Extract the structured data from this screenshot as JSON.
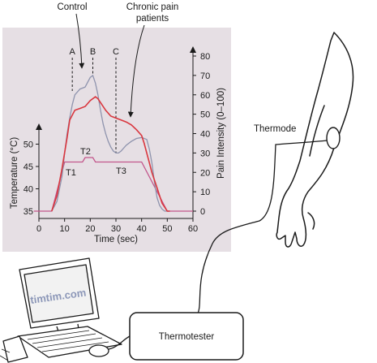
{
  "figure": {
    "control_label": "Control",
    "patients_label": "Chronic pain patients",
    "patients_label_line1": "Chronic pain",
    "patients_label_line2": "patients",
    "marker_a": "A",
    "marker_b": "B",
    "marker_c": "C",
    "t1_label": "T1",
    "t2_label": "T2",
    "t3_label": "T3",
    "thermode_label": "Thermode",
    "thermotester_label": "Thermotester",
    "watermark": "timtim.com"
  },
  "colors": {
    "panel_bg": "#e6dfe4",
    "control": "#8e93ad",
    "patients": "#d9363e",
    "temperature": "#c2568b",
    "ink": "#1a1a1a"
  },
  "chart_data": {
    "type": "line",
    "xlabel": "Time (sec)",
    "ylabel_left": "Temperature (°C)",
    "ylabel_right": "Pain Intensity (0–100)",
    "xlim": [
      0,
      60
    ],
    "ylim_left": [
      35,
      55
    ],
    "ylim_right": [
      0,
      80
    ],
    "x_ticks": [
      0,
      10,
      20,
      30,
      40,
      50,
      60
    ],
    "y_left_ticks": [
      35,
      40,
      45,
      50
    ],
    "y_right_ticks": [
      0,
      10,
      20,
      30,
      40,
      50,
      60,
      70,
      80
    ],
    "series": [
      {
        "name": "Control",
        "axis": "right",
        "x": [
          5,
          7,
          9,
          10,
          11,
          12,
          13,
          14,
          16,
          18,
          20,
          21,
          22,
          23,
          24,
          25,
          26,
          27,
          28,
          29,
          30,
          31,
          32,
          34,
          36,
          38,
          40,
          42,
          43,
          44,
          45,
          46,
          47,
          48,
          49,
          50,
          51
        ],
        "y": [
          0,
          5,
          18,
          30,
          40,
          48,
          55,
          60,
          63,
          64,
          69,
          70,
          66,
          60,
          52,
          45,
          40,
          36,
          33,
          31,
          30,
          30,
          31,
          34,
          36,
          37.5,
          38,
          37,
          32,
          25,
          15,
          7,
          3,
          1,
          0,
          0,
          0
        ]
      },
      {
        "name": "Chronic pain patients",
        "axis": "right",
        "x": [
          5,
          7,
          9,
          11,
          12,
          14,
          16,
          18,
          20,
          22,
          23,
          24,
          26,
          28,
          30,
          32,
          34,
          36,
          38,
          40,
          41,
          42,
          43,
          44,
          45,
          46,
          47,
          48,
          49,
          50,
          51
        ],
        "y": [
          0,
          8,
          22,
          38,
          47,
          52,
          53,
          54,
          57,
          59,
          58,
          56,
          52,
          49,
          48,
          47,
          46,
          44.5,
          42,
          39,
          35,
          30,
          25,
          20,
          16,
          12,
          8,
          4,
          2,
          0,
          0
        ]
      },
      {
        "name": "Temperature",
        "axis": "left",
        "x": [
          -2,
          5,
          10,
          14,
          17,
          18,
          21,
          22,
          40,
          50,
          60
        ],
        "y": [
          35,
          35,
          46,
          46,
          46,
          47,
          47,
          46,
          46,
          35,
          35
        ]
      }
    ],
    "markers": [
      {
        "label": "A",
        "x": 13
      },
      {
        "label": "B",
        "x": 21
      },
      {
        "label": "C",
        "x": 30
      }
    ]
  }
}
